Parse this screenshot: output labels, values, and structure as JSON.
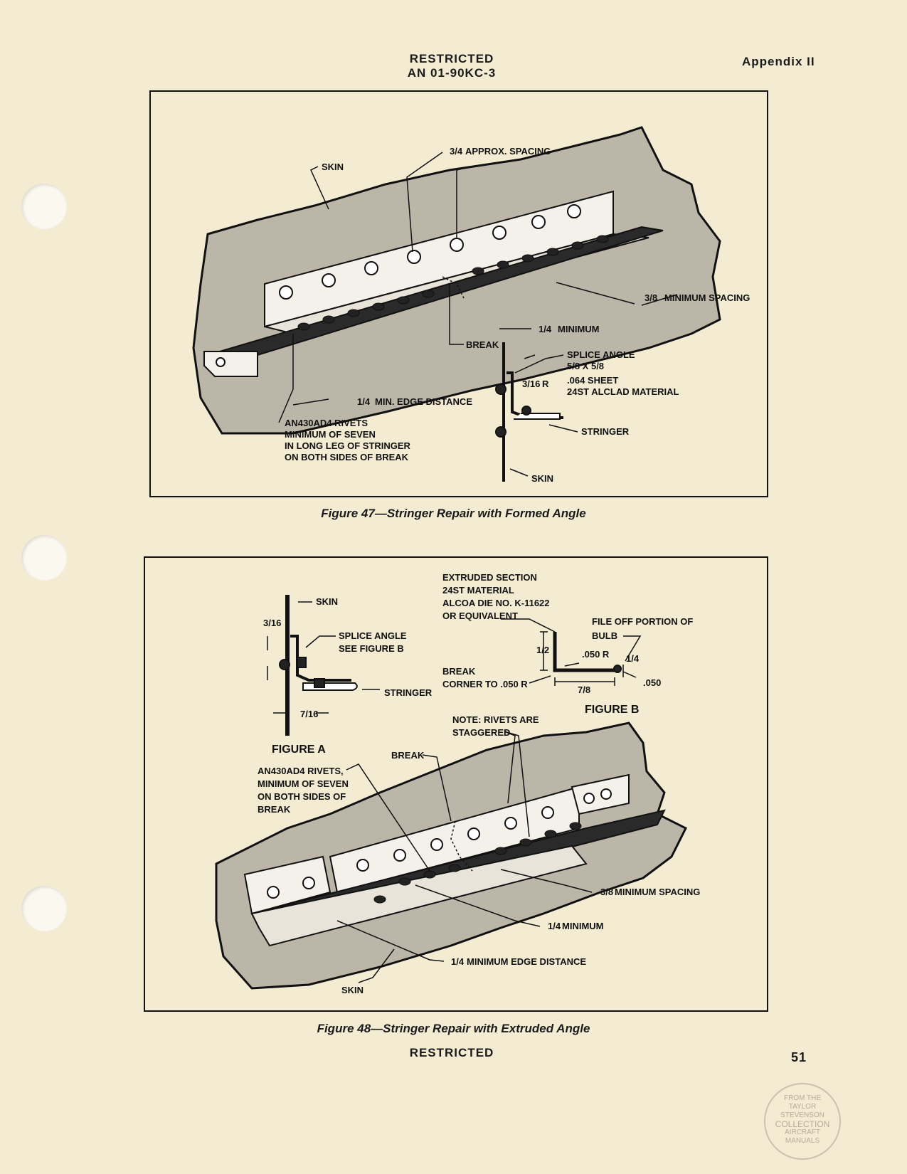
{
  "header": {
    "restricted": "RESTRICTED",
    "doc_number": "AN 01-90KC-3",
    "appendix": "Appendix II"
  },
  "figure47": {
    "caption": "Figure 47—Stringer Repair with Formed Angle",
    "labels": {
      "approx_spacing_frac": "3/4",
      "approx_spacing": "APPROX. SPACING",
      "skin": "SKIN",
      "min_spacing_frac": "3/8",
      "min_spacing": "MINIMUM SPACING",
      "minimum_frac": "1/4",
      "minimum": "MINIMUM",
      "break": "BREAK",
      "splice_angle": "SPLICE ANGLE",
      "splice_dim": "5/8 X 5/8",
      "sheet": ".064 SHEET",
      "material": "24ST ALCLAD MATERIAL",
      "radius_frac": "3/16",
      "radius_r": "R",
      "stringer": "STRINGER",
      "skin2": "SKIN",
      "edge_frac": "1/4",
      "edge_distance": "MIN. EDGE DISTANCE",
      "rivets_1": "AN430AD4 RIVETS",
      "rivets_2": "MINIMUM OF SEVEN",
      "rivets_3": "IN LONG LEG OF STRINGER",
      "rivets_4": "ON BOTH SIDES OF BREAK"
    }
  },
  "figure48": {
    "caption": "Figure 48—Stringer Repair with Extruded Angle",
    "labels": {
      "skin_a": "SKIN",
      "frac_a1": "3/16",
      "splice_angle": "SPLICE ANGLE",
      "see_figure_b": "SEE FIGURE B",
      "stringer": "STRINGER",
      "frac_a2": "7/16",
      "figure_a": "FIGURE A",
      "extruded_1": "EXTRUDED SECTION",
      "extruded_2": "24ST MATERIAL",
      "extruded_3": "ALCOA DIE NO. K-11622",
      "extruded_4": "OR EQUIVALENT",
      "file_off_1": "FILE OFF PORTION OF",
      "file_off_2": "BULB",
      "radius_050": ".050 R",
      "dim_050": ".050",
      "frac_b1": "1/2",
      "frac_b2": "7/8",
      "frac_b3": "1/4",
      "break_corner_1": "BREAK",
      "break_corner_2": "CORNER TO .050 R",
      "figure_b": "FIGURE B",
      "note_1": "NOTE: RIVETS ARE",
      "note_2": "STAGGERED",
      "break": "BREAK",
      "rivets_1": "AN430AD4 RIVETS,",
      "rivets_2": "MINIMUM OF SEVEN",
      "rivets_3": "ON BOTH SIDES OF",
      "rivets_4": "BREAK",
      "min_spacing_frac": "3/8",
      "min_spacing": "MINIMUM SPACING",
      "minimum_frac": "1/4",
      "minimum": "MINIMUM",
      "edge_frac": "1/4",
      "edge_distance": "MINIMUM EDGE DISTANCE",
      "skin_b": "SKIN"
    }
  },
  "footer": {
    "restricted": "RESTRICTED",
    "page_number": "51",
    "stamp_1": "FROM THE",
    "stamp_2": "TAYLOR",
    "stamp_3": "STEVENSON",
    "stamp_4": "COLLECTION",
    "stamp_5": "AIRCRAFT",
    "stamp_6": "MANUALS"
  }
}
